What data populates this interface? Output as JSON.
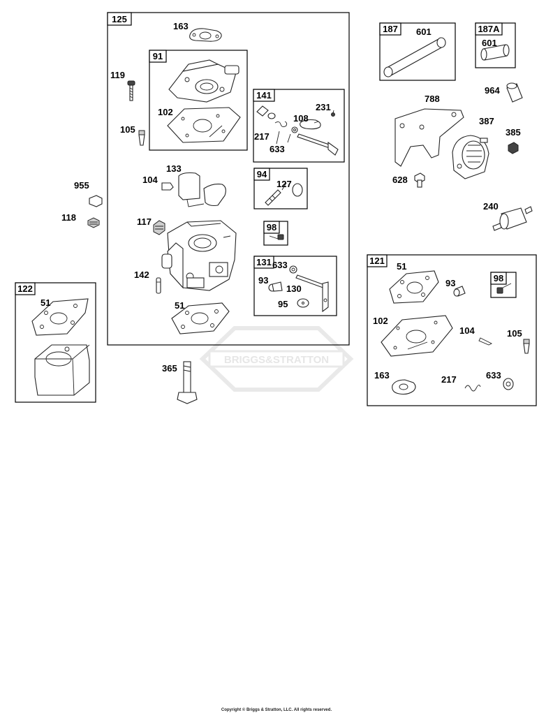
{
  "watermark": "BRIGGS&STRATTON",
  "copyright": "Copyright © Briggs & Stratton, LLC. All rights reserved.",
  "assemblies": {
    "a125": "125",
    "a91": "91",
    "a141": "141",
    "a94": "94",
    "a98a": "98",
    "a131": "131",
    "a122": "122",
    "a187": "187",
    "a187a": "187A",
    "a121": "121",
    "a98b": "98"
  },
  "parts": {
    "p163a": "163",
    "p119": "119",
    "p102a": "102",
    "p105a": "105",
    "p231": "231",
    "p108": "108",
    "p217a": "217",
    "p633a": "633",
    "p955": "955",
    "p118": "118",
    "p133": "133",
    "p104a": "104",
    "p127": "127",
    "p117": "117",
    "p142": "142",
    "p51a": "51",
    "p633b": "633",
    "p93a": "93",
    "p130": "130",
    "p95": "95",
    "p51b": "51",
    "p365": "365",
    "p601a": "601",
    "p601b": "601",
    "p788": "788",
    "p964": "964",
    "p387": "387",
    "p385": "385",
    "p628": "628",
    "p240": "240",
    "p51c": "51",
    "p93b": "93",
    "p102b": "102",
    "p104b": "104",
    "p105b": "105",
    "p163b": "163",
    "p217b": "217",
    "p633c": "633"
  }
}
